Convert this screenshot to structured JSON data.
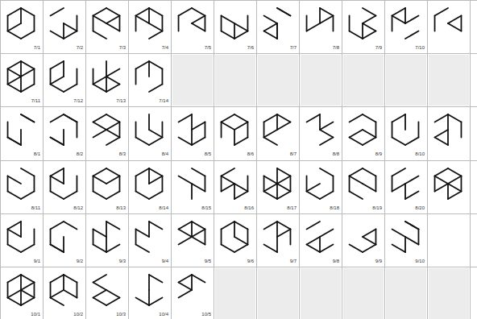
{
  "diagram": {
    "labels": [
      "7/1",
      "7/2",
      "7/3",
      "7/4",
      "7/5",
      "7/6",
      "7/7",
      "7/8",
      "7/9",
      "7/10",
      "7/11",
      "7/12",
      "7/13",
      "7/14",
      "8/1",
      "8/2",
      "8/3",
      "8/4",
      "8/5",
      "8/6",
      "8/7",
      "8/8",
      "8/9",
      "8/10",
      "8/11",
      "8/12",
      "8/13",
      "8/14",
      "8/15",
      "8/16",
      "8/17",
      "8/18",
      "8/19",
      "8/20",
      "9/1",
      "9/2",
      "9/3",
      "9/4",
      "9/5",
      "9/6",
      "9/7",
      "9/8",
      "9/9",
      "9/10",
      "10/1",
      "10/2",
      "10/3",
      "10/4",
      "10/5"
    ]
  }
}
